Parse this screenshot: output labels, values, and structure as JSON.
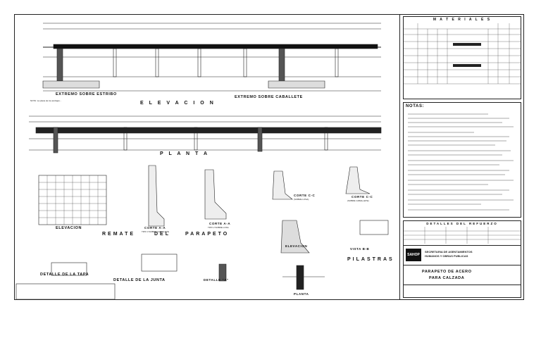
{
  "drawing": {
    "views": {
      "elevacion": "E L E V A C I O N",
      "planta": "P L A N T A",
      "extremo_estribo": "EXTREMO SOBRE ESTRIBO",
      "extremo_caballete": "EXTREMO SOBRE CABALLETE",
      "elevacion_small": "ELEVACION",
      "remate": "REMATE",
      "del": "DEL",
      "parapeto": "PARAPETO",
      "corte_aa_1": "CORTE A-A",
      "corte_aa_1_sub": "TIPO 3 SOBRE CABALLETE",
      "corte_aa_2": "CORTE A-A",
      "corte_aa_2_sub": "TIPO 2 SOBRE LOSA",
      "corte_cc_1": "CORTE C-C",
      "corte_cc_1_sub": "(SOBRE LOSA)",
      "corte_cc_2": "CORTE C-C",
      "corte_cc_2_sub": "(SOBRE CABALLETE)",
      "elevacion_pilastra": "ELEVACION",
      "vista_bb": "VISTA B-B",
      "pilastras": "PILASTRAS",
      "detalle_tapa": "DETALLE DE LA TAPA",
      "detalle_junta": "DETALLE DE LA JUNTA",
      "detalle_a": "DETALLE \"A\"",
      "planta_small": "PLANTA"
    },
    "notes_left": "NOTA: La placa de los anclajes..."
  },
  "panel": {
    "materiales_title": "M A T E R I A L E S",
    "notas_title": "NOTAS:",
    "detalles_refuerzo": "DETALLES DEL REFUERZO",
    "logo_text": "SAHOP",
    "institution_line1": "SECRETARIA DE ASENTAMIENTOS",
    "institution_line2": "HUMANOS Y OBRAS PUBLICAS",
    "title_line1": "PARAPETO DE ACERO",
    "title_line2": "PARA CALZADA"
  }
}
